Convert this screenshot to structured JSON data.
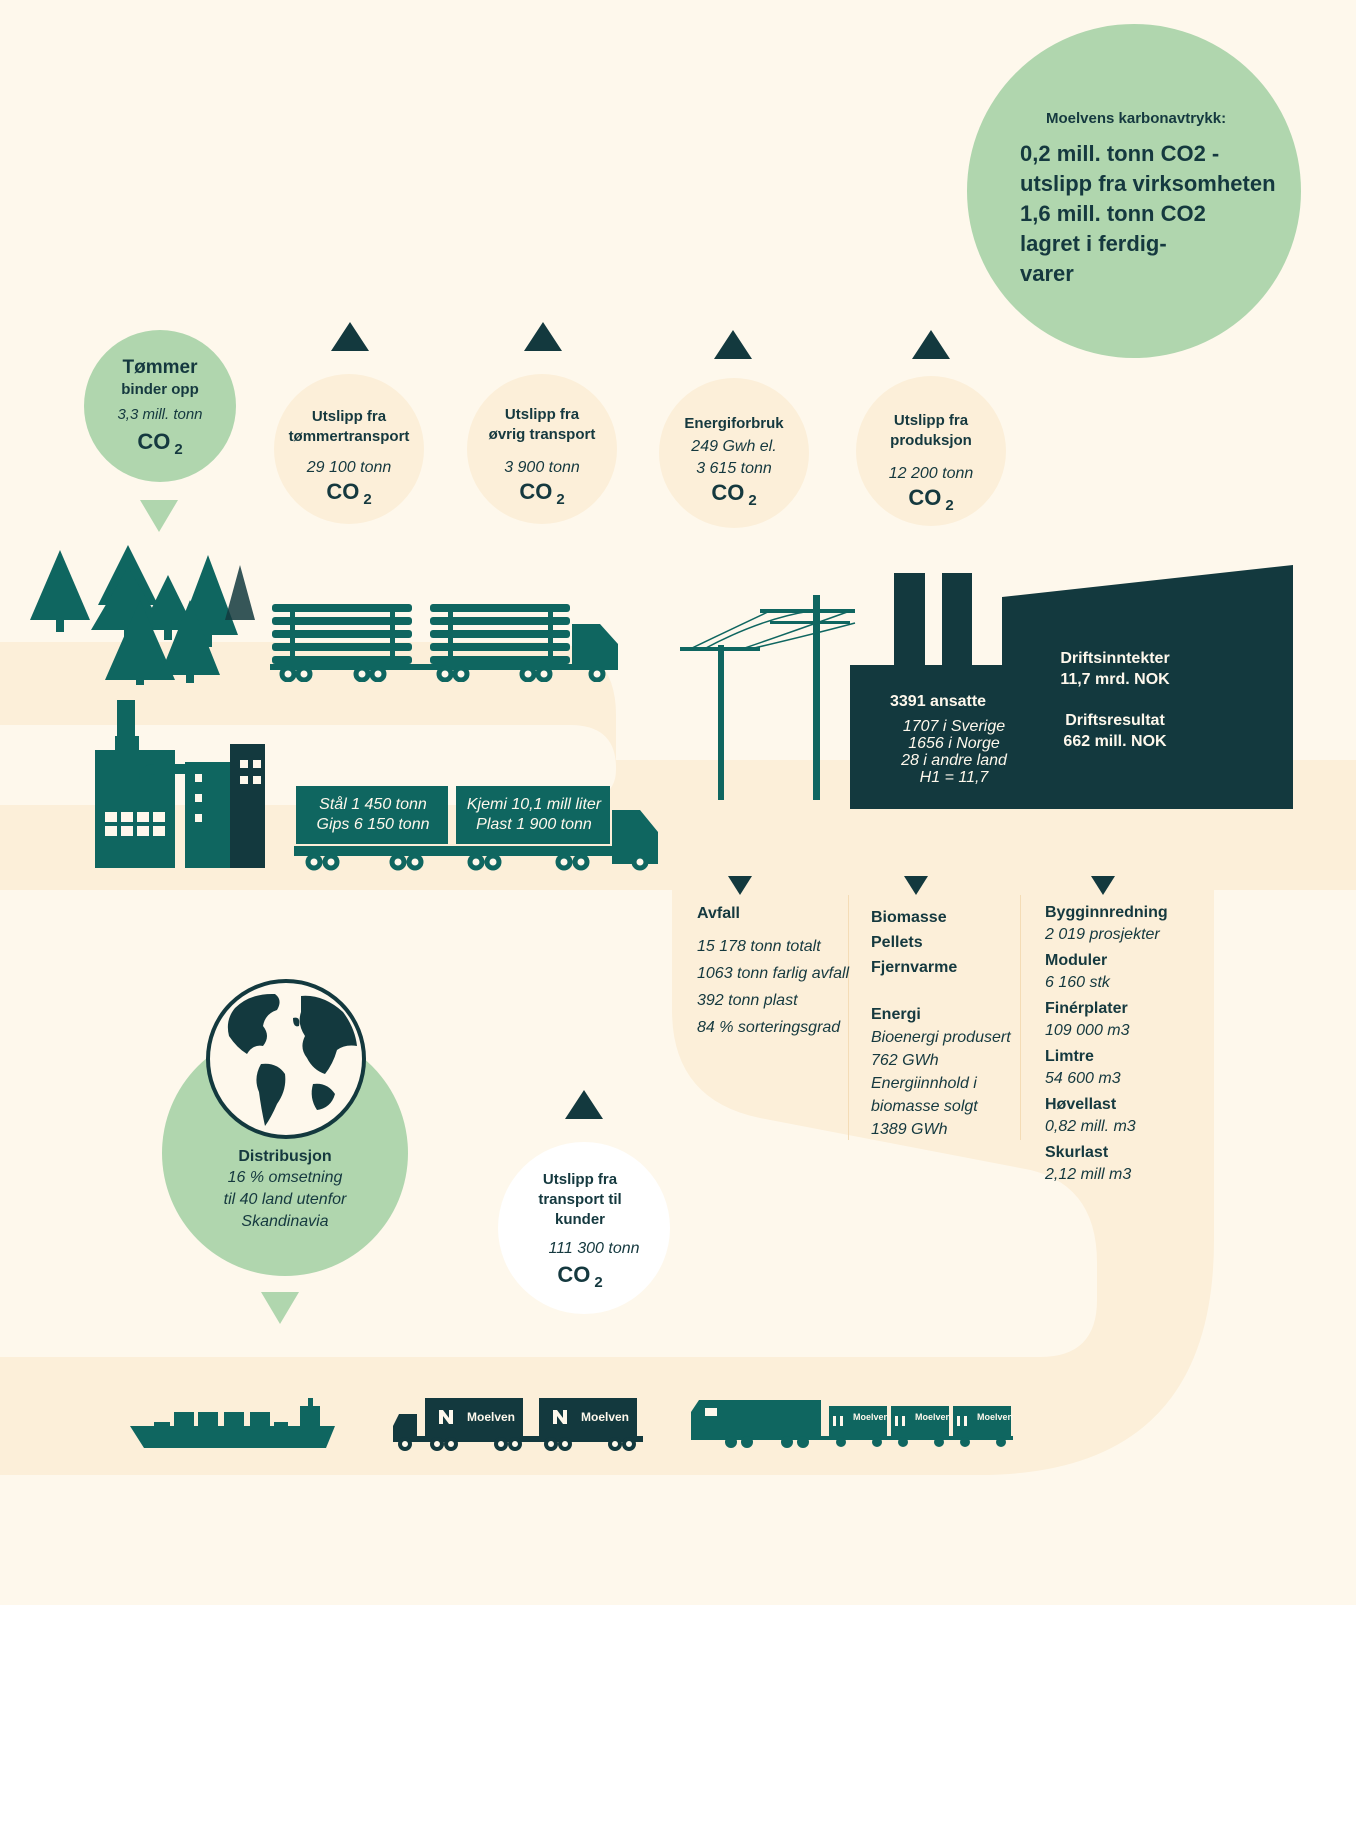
{
  "footprint": {
    "heading": "Moelvens karbonavtrykk:",
    "lines": [
      "0,2 mill. tonn CO2 -",
      "utslipp fra virksomheten",
      "1,6 mill. tonn CO2",
      "lagret i ferdig-",
      "varer"
    ]
  },
  "timber": {
    "title": "Tømmer",
    "subtitle": "binder opp",
    "value": "3,3 mill. tonn",
    "co2": "CO",
    "co2_sub": "2"
  },
  "bubbles": [
    {
      "l1": "Utslipp fra",
      "l2": "tømmertransport",
      "value": "29 100 tonn",
      "co2": "CO",
      "co2_sub": "2"
    },
    {
      "l1": "Utslipp fra",
      "l2": "øvrig transport",
      "value": "3 900 tonn",
      "co2": "CO",
      "co2_sub": "2"
    },
    {
      "l1": "Energiforbruk",
      "v1": "249 Gwh el.",
      "v2": "3 615 tonn",
      "co2": "CO",
      "co2_sub": "2"
    },
    {
      "l1": "Utslipp fra",
      "l2": "produksjon",
      "value": "12 200 tonn",
      "co2": "CO",
      "co2_sub": "2"
    }
  ],
  "truck_inputs": {
    "steel": "Stål 1 450 tonn",
    "gips": "Gips 6 150 tonn",
    "chem": "Kjemi 10,1 mill liter",
    "plast": "Plast 1 900 tonn"
  },
  "factory": {
    "employees": "3391 ansatte",
    "emp_lines": [
      "1707 i Sverige",
      "1656 i Norge",
      "28 i andre land",
      "H1 = 11,7"
    ],
    "income_label": "Driftsinntekter",
    "income_value": "11,7 mrd. NOK",
    "result_label": "Driftsresultat",
    "result_value": "662 mill. NOK"
  },
  "waste": {
    "title": "Avfall",
    "items": [
      "15 178 tonn totalt",
      "1063 tonn farlig avfall",
      "392 tonn plast",
      "84 % sorteringsgrad"
    ]
  },
  "biomass": {
    "titles": [
      "Biomasse",
      "Pellets",
      "Fjernvarme"
    ],
    "energy_title": "Energi",
    "energy_items": [
      "Bioenergi produsert",
      "762 GWh",
      "Energiinnhold i",
      "biomasse solgt",
      "1389 GWh"
    ]
  },
  "products": [
    {
      "name": "Bygginnredning",
      "value": "2 019 prosjekter"
    },
    {
      "name": "Moduler",
      "value": "6 160 stk"
    },
    {
      "name": "Finérplater",
      "value": "109 000 m3"
    },
    {
      "name": "Limtre",
      "value": "54 600 m3"
    },
    {
      "name": "Høvellast",
      "value": "0,82 mill. m3"
    },
    {
      "name": "Skurlast",
      "value": "2,12 mill m3"
    }
  ],
  "distribution": {
    "title": "Distribusjon",
    "lines": [
      "16 % omsetning",
      "til 40 land utenfor",
      "Skandinavia"
    ]
  },
  "customer_transport": {
    "l1": "Utslipp fra",
    "l2": "transport til",
    "l3": "kunder",
    "value": "111 300 tonn",
    "co2": "CO",
    "co2_sub": "2"
  },
  "brand": "Moelven",
  "colors": {
    "dark": "#13393e",
    "teal": "#0f6660",
    "green": "#b0d6ae",
    "cream": "#fef8ec",
    "peach": "#fcefd9",
    "peach_light": "#fdf3e4"
  }
}
